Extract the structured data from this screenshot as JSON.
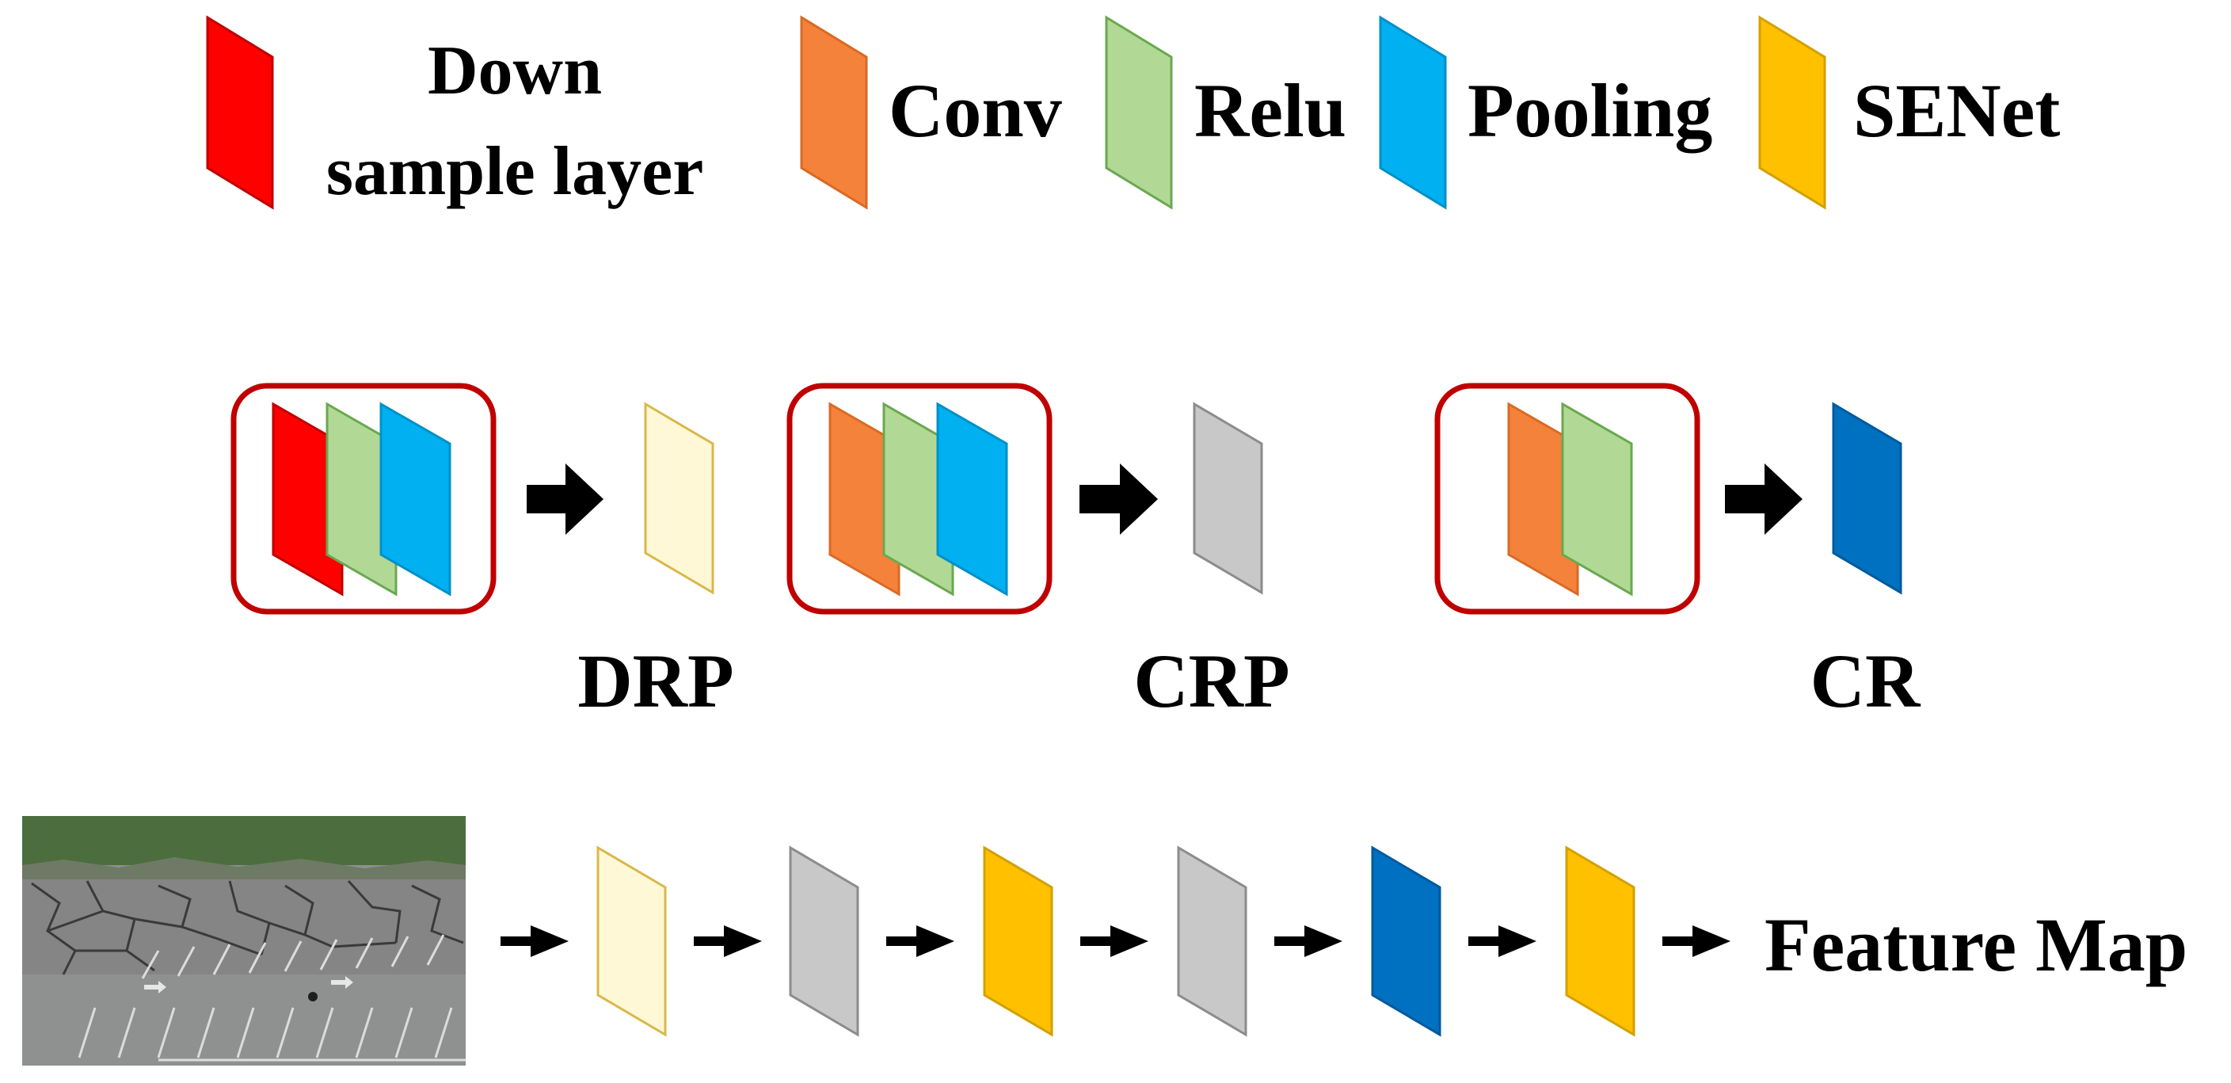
{
  "legend": {
    "items": [
      {
        "id": "downsample",
        "label_line1": "Down",
        "label_line2": "sample layer",
        "fill": "#ff0000",
        "stroke": "#c00000"
      },
      {
        "id": "conv",
        "label": "Conv",
        "fill": "#f4823a",
        "stroke": "#d96a25"
      },
      {
        "id": "relu",
        "label": "Relu",
        "fill": "#b1d995",
        "stroke": "#6aa84f"
      },
      {
        "id": "pooling",
        "label": "Pooling",
        "fill": "#00b0f0",
        "stroke": "#0090c8"
      },
      {
        "id": "senet",
        "label": "SENet",
        "fill": "#ffc000",
        "stroke": "#d4a000"
      }
    ]
  },
  "blocks": {
    "drp": {
      "label": "DRP",
      "output_fill": "#fff8d6",
      "output_stroke": "#d9b84a"
    },
    "crp": {
      "label": "CRP",
      "output_fill": "#c8c8c8",
      "output_stroke": "#8c8c8c"
    },
    "cr": {
      "label": "CR",
      "output_fill": "#0070c0",
      "output_stroke": "#005a9e"
    }
  },
  "box_stroke": "#c00000",
  "pipeline": {
    "sequence": [
      "drp",
      "crp",
      "senet",
      "crp",
      "cr",
      "senet"
    ],
    "output_label": "Feature Map"
  }
}
